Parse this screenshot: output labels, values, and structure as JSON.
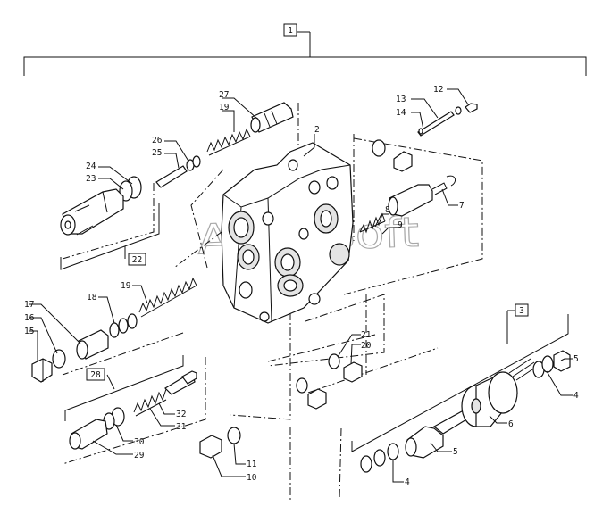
{
  "watermark": "AlltruSoft",
  "callout_boxes": {
    "assembly": "1",
    "solenoid_group": "3",
    "group_22": "22",
    "group_28": "28"
  },
  "callouts": {
    "p2": "2",
    "p4a": "4",
    "p4b": "4",
    "p5a": "5",
    "p5b": "5",
    "p6": "6",
    "p7": "7",
    "p8": "8",
    "p9": "9",
    "p10": "10",
    "p11": "11",
    "p12": "12",
    "p13": "13",
    "p14": "14",
    "p15": "15",
    "p16": "16",
    "p17": "17",
    "p18": "18",
    "p19a": "19",
    "p19b": "19",
    "p20": "20",
    "p21": "21",
    "p23": "23",
    "p24": "24",
    "p25": "25",
    "p26": "26",
    "p27": "27",
    "p29": "29",
    "p30": "30",
    "p31": "31",
    "p32": "32"
  }
}
